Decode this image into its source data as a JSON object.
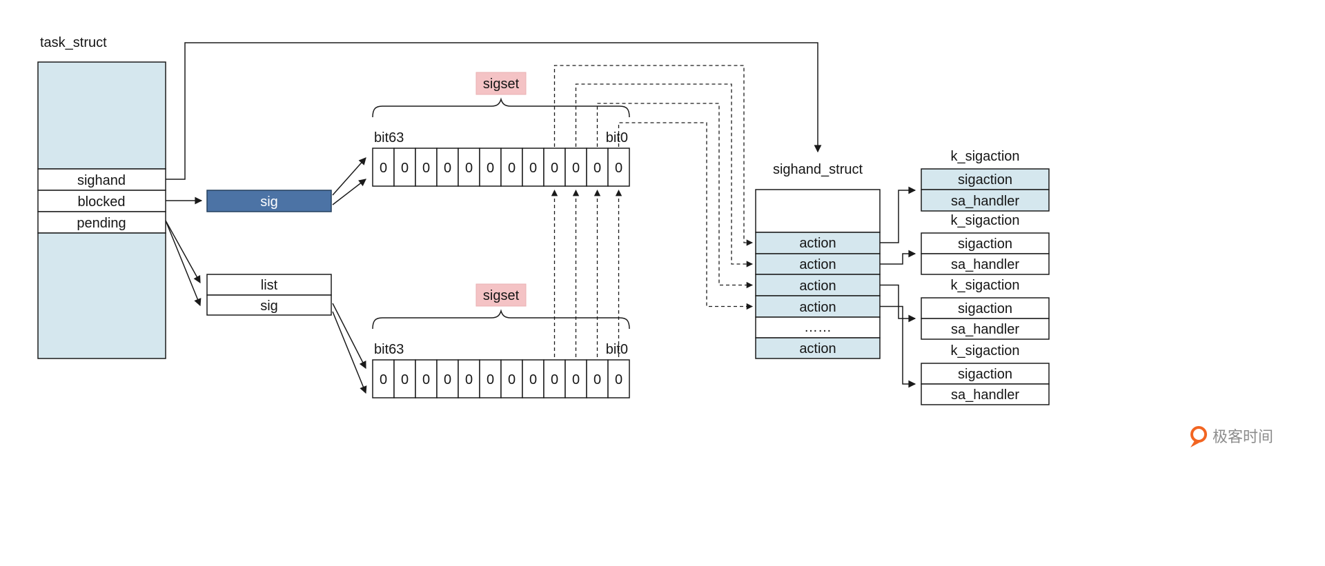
{
  "colors": {
    "light_blue": "#d5e7ee",
    "dark_blue": "#4c73a5",
    "pink": "#f4c3c5",
    "line": "#1a1a1a",
    "watermark_orange": "#f26522",
    "watermark_gray": "#8c8c8c"
  },
  "task_struct": {
    "title": "task_struct",
    "fields": [
      "sighand",
      "blocked",
      "pending"
    ]
  },
  "sig_box": {
    "label": "sig"
  },
  "pending_box": {
    "rows": [
      "list",
      "sig"
    ]
  },
  "top_bitset": {
    "label": "sigset",
    "bit_high": "bit63",
    "bit_low": "bit0",
    "bits": [
      "0",
      "0",
      "0",
      "0",
      "0",
      "0",
      "0",
      "0",
      "0",
      "0",
      "0",
      "0"
    ]
  },
  "bottom_bitset": {
    "label": "sigset",
    "bit_high": "bit63",
    "bit_low": "bit0",
    "bits": [
      "0",
      "0",
      "0",
      "0",
      "0",
      "0",
      "0",
      "0",
      "0",
      "0",
      "0",
      "0"
    ]
  },
  "sighand_struct": {
    "title": "sighand_struct",
    "rows": [
      "action",
      "action",
      "action",
      "action",
      "……",
      "action"
    ]
  },
  "k_sigaction_groups": [
    {
      "title": "k_sigaction",
      "rows": [
        "sigaction",
        "sa_handler"
      ]
    },
    {
      "title": "k_sigaction",
      "rows": [
        "sigaction",
        "sa_handler"
      ]
    },
    {
      "title": "k_sigaction",
      "rows": [
        "sigaction",
        "sa_handler"
      ]
    },
    {
      "title": "k_sigaction",
      "rows": [
        "sigaction",
        "sa_handler"
      ]
    }
  ],
  "watermark": {
    "text": "极客时间"
  }
}
